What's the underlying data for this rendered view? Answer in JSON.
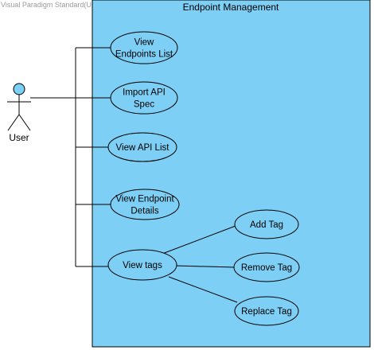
{
  "watermark": "Visual Paradigm Standard(User(University of Pretoria))",
  "system": {
    "title": "Endpoint Management"
  },
  "actor": {
    "label": "User"
  },
  "use_cases": {
    "view_endpoints_list": {
      "lines": [
        "View",
        "Endpoints List"
      ]
    },
    "import_api_spec": {
      "lines": [
        "Import API",
        "Spec"
      ]
    },
    "view_api_list": {
      "lines": [
        "View API List"
      ]
    },
    "view_endpoint_details": {
      "lines": [
        "View Endpoint",
        "Details"
      ]
    },
    "view_tags": {
      "lines": [
        "View tags"
      ]
    },
    "add_tag": {
      "lines": [
        "Add Tag"
      ]
    },
    "remove_tag": {
      "lines": [
        "Remove Tag"
      ]
    },
    "replace_tag": {
      "lines": [
        "Replace Tag"
      ]
    }
  },
  "colors": {
    "system_fill": "#7ecff5",
    "usecase_fill": "#7ecff5",
    "actor_head_fill": "#7ecff5",
    "stroke": "#000000"
  }
}
